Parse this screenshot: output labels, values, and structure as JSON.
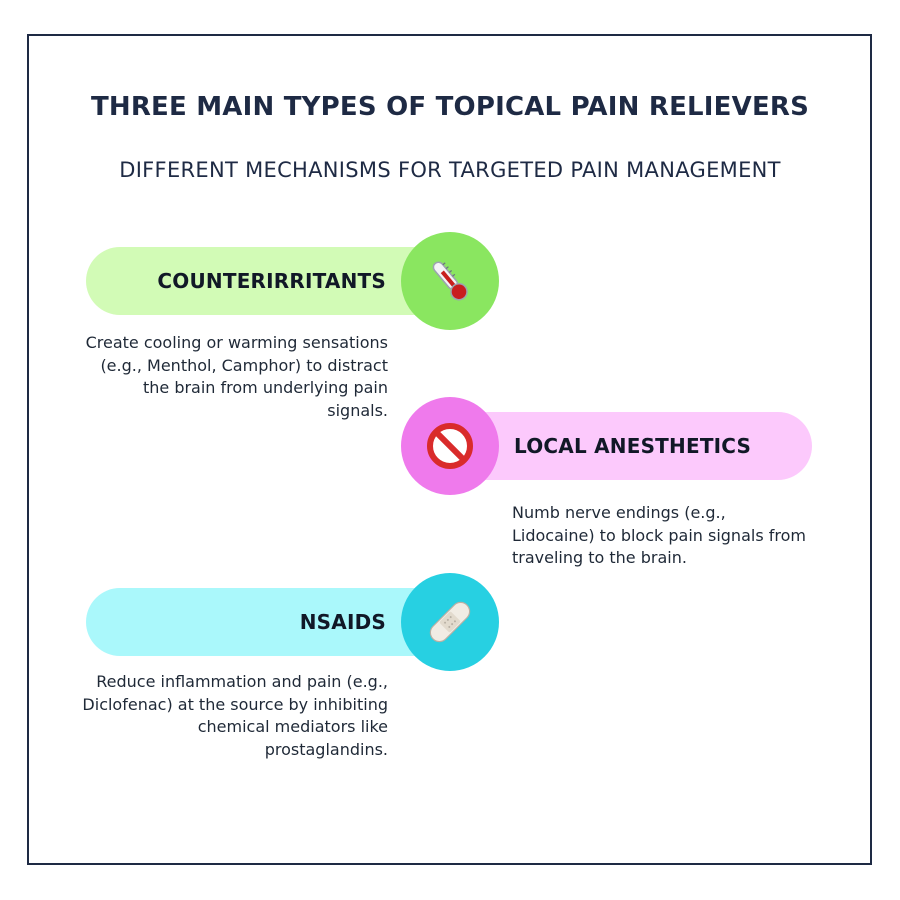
{
  "header": {
    "title": "THREE MAIN TYPES OF TOPICAL PAIN RELIEVERS",
    "subtitle": "DIFFERENT MECHANISMS FOR TARGETED PAIN MANAGEMENT"
  },
  "items": [
    {
      "label": "COUNTERIRRITANTS",
      "icon": "thermometer-icon",
      "description": "Create cooling or warming sensations (e.g., Menthol, Camphor) to distract the brain from underlying pain signals.",
      "pill_color": "#d2fbb6",
      "circle_color": "#8ae660"
    },
    {
      "label": "LOCAL ANESTHETICS",
      "icon": "no-entry-icon",
      "description": "Numb nerve endings (e.g., Lidocaine) to block pain signals from traveling to the brain.",
      "pill_color": "#fcc9fc",
      "circle_color": "#ef7aec"
    },
    {
      "label": "NSAIDS",
      "icon": "bandage-icon",
      "description": "Reduce inflammation and pain (e.g., Diclofenac) at the source by inhibiting chemical mediators like prostaglandins.",
      "pill_color": "#aaf8fb",
      "circle_color": "#27d0e2"
    }
  ]
}
